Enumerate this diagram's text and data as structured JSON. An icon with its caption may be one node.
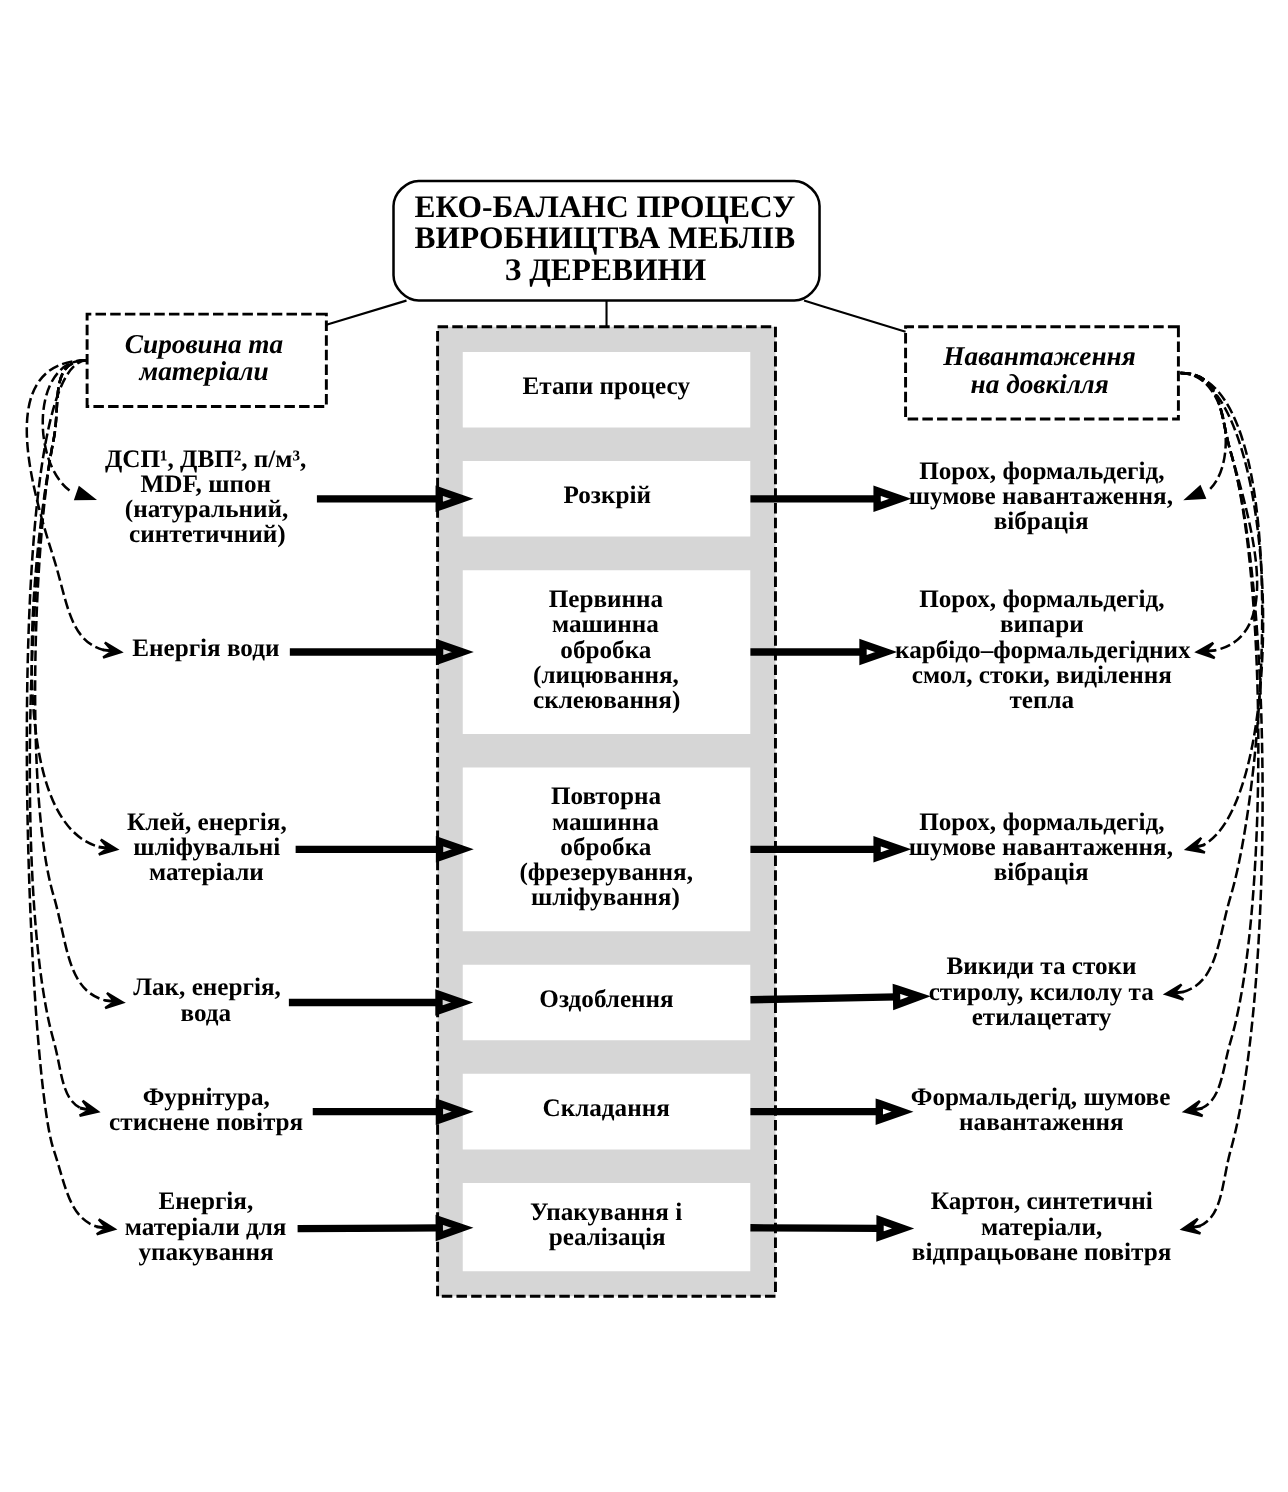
{
  "diagram": {
    "nodes": [
      {
        "text": [
          "ЕКО-БАЛАНС ПРОЦЕСУ ВИРОБНИЦТВА МЕБЛІВ З ДЕРЕВИНИ"
        ]
      },
      {
        "text": [
          "Сировина та матеріали"
        ]
      },
      {
        "text": [],
        "shape": "box"
      },
      {
        "text": [
          "Етапи процесу"
        ],
        "in": 2
      },
      {
        "text": [
          "Навантаження на довкілля"
        ]
      },
      {
        "text": [
          "ДСП¹, ДВП², п/м³, MDF, шпон (натуральний, синтетичний)"
        ]
      },
      {
        "text": [
          "Розкрій"
        ],
        "in": 2
      },
      {
        "text": [
          "Порох, формальдегід, шумове навантаження, вібрація"
        ]
      },
      {
        "text": [
          "Енергія води"
        ]
      },
      {
        "text": [
          "Первинна машинна обробка (лицювання, склеювання)"
        ],
        "in": 2
      },
      {
        "text": [
          "Порох, формальдегід, випари карбідо–формальдегідних смол, стоки, виділення тепла"
        ]
      },
      {
        "text": [
          "Клей, енергія, шліфувальні матеріали"
        ]
      },
      {
        "text": [
          "Повторна машинна обробка (фрезерування, шліфування)"
        ],
        "in": 2
      },
      {
        "text": [
          "Порох, формальдегід, шумове навантаження, вібрація"
        ]
      },
      {
        "text": [
          "Лак, енергія, вода"
        ]
      },
      {
        "text": [
          "Оздоблення"
        ],
        "in": 2
      },
      {
        "text": [
          "Викиди та стоки стиролу, ксилолу та етилацетату"
        ]
      },
      {
        "text": [
          "Фурнітура, стиснене повітря"
        ]
      },
      {
        "text": [
          "Складання"
        ],
        "in": 2
      },
      {
        "text": [
          "Формальдегід, шумове навантаження"
        ]
      },
      {
        "text": [
          "Енергія, матеріали для упакування"
        ]
      },
      {
        "text": [
          "Упакування і реалізація"
        ],
        "in": 2
      },
      {
        "text": [
          "Картон, синтетичні матеріали, відпрацьоване повітря"
        ]
      }
    ],
    "edges": [
      {
        "from": 0,
        "to": 1,
        "arrow": "none"
      },
      {
        "from": 0,
        "to": 2,
        "arrow": "none"
      },
      {
        "from": 0,
        "to": 4,
        "arrow": "none"
      },
      {
        "from": 1,
        "to": 5,
        "arrow": "to",
        "style": "dashed"
      },
      {
        "from": 5,
        "to": 6,
        "arrow": "to",
        "style": "thick"
      },
      {
        "from": 6,
        "to": 7,
        "arrow": "to",
        "style": "thick"
      },
      {
        "from": 4,
        "to": 7,
        "arrow": "to",
        "style": "dashed"
      },
      {
        "from": 1,
        "to": 8,
        "arrow": "to",
        "style": "dashed"
      },
      {
        "from": 8,
        "to": 9,
        "arrow": "to",
        "style": "thick"
      },
      {
        "from": 9,
        "to": 10,
        "arrow": "to",
        "style": "thick"
      },
      {
        "from": 4,
        "to": 10,
        "arrow": "to",
        "style": "dashed"
      },
      {
        "from": 1,
        "to": 11,
        "arrow": "to",
        "style": "dashed"
      },
      {
        "from": 11,
        "to": 12,
        "arrow": "to",
        "style": "thick"
      },
      {
        "from": 12,
        "to": 13,
        "arrow": "to",
        "style": "thick"
      },
      {
        "from": 4,
        "to": 13,
        "arrow": "to",
        "style": "dashed"
      },
      {
        "from": 1,
        "to": 14,
        "arrow": "to",
        "style": "dashed"
      },
      {
        "from": 14,
        "to": 15,
        "arrow": "to",
        "style": "thick"
      },
      {
        "from": 15,
        "to": 16,
        "arrow": "to",
        "style": "thick"
      },
      {
        "from": 4,
        "to": 16,
        "arrow": "to",
        "style": "dashed"
      },
      {
        "from": 1,
        "to": 17,
        "arrow": "to",
        "style": "dashed"
      },
      {
        "from": 17,
        "to": 18,
        "arrow": "to",
        "style": "thick"
      },
      {
        "from": 18,
        "to": 19,
        "arrow": "to",
        "style": "thick"
      },
      {
        "from": 4,
        "to": 19,
        "arrow": "to",
        "style": "dashed"
      },
      {
        "from": 1,
        "to": 20,
        "arrow": "to",
        "style": "dashed"
      },
      {
        "from": 20,
        "to": 21,
        "arrow": "to",
        "style": "thick"
      },
      {
        "from": 21,
        "to": 22,
        "arrow": "to",
        "style": "thick"
      },
      {
        "from": 4,
        "to": 22,
        "arrow": "to",
        "style": "dashed"
      }
    ]
  }
}
